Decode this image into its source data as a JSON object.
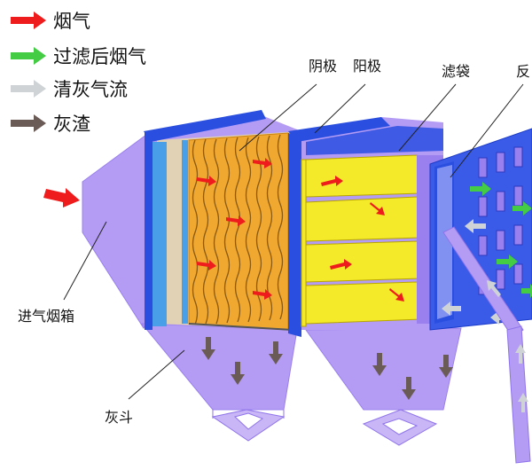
{
  "legend": [
    {
      "label": "烟气",
      "color": "#ee1c1c"
    },
    {
      "label": "过滤后烟气",
      "color": "#44cc44"
    },
    {
      "label": "清灰气流",
      "color": "#cfd3d6"
    },
    {
      "label": "灰渣",
      "color": "#6b5b57"
    }
  ],
  "labels": {
    "cathode": "阴极",
    "anode": "阳极",
    "filter_bag": "滤袋",
    "reverse_partial": "反",
    "inlet_box": "进气烟箱",
    "ash_hopper": "灰斗"
  },
  "colors": {
    "shell": "#b49cf4",
    "shell_dark": "#9a80ee",
    "frame_blue": "#2a4fe0",
    "panel_blue": "#3a5ae8",
    "electrode": "#f0a830",
    "plate_yellow": "#f4ea2a"
  }
}
